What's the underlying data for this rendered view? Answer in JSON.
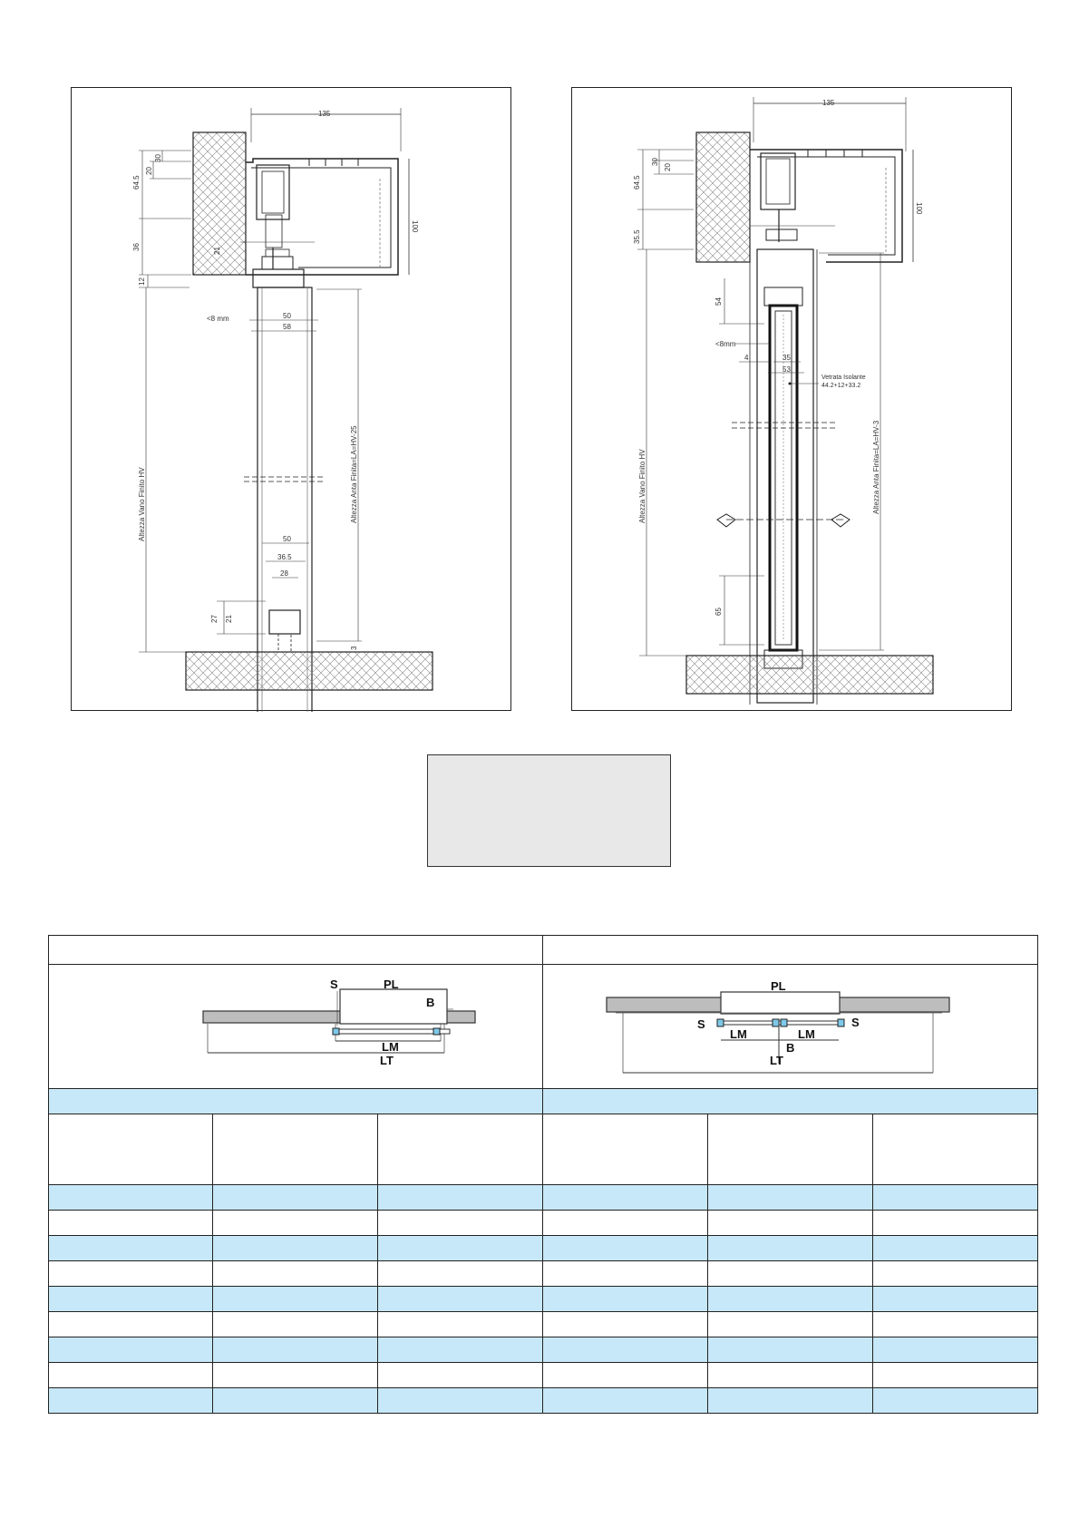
{
  "left_section": {
    "dims": {
      "top_width": "135",
      "h_64_5": "64.5",
      "h_30": "30",
      "h_20": "20",
      "h_36": "36",
      "h_12": "12",
      "h_21": "21",
      "box_height": "100",
      "gap_label": "<8  mm",
      "w_50": "50",
      "w_58": "58",
      "w_50_bottom": "50",
      "w_36_5": "36.5",
      "w_28": "28",
      "h_27": "27",
      "h_21_bottom": "21",
      "h_3": "3",
      "label_vano": "Altezza Vano Finito HV",
      "label_anta": "Altezza Anta Finita=LA=HV-25"
    }
  },
  "right_section": {
    "dims": {
      "top_width": "135",
      "h_64_5": "64.5",
      "h_30": "30",
      "h_20": "20",
      "h_35_5": "35.5",
      "box_height": "100",
      "h_54": "54",
      "gap_label": "<8mm",
      "w_4": "4",
      "w_35": "35",
      "w_53": "53",
      "glazing_title": "Vetrata Isolante",
      "glazing_spec": "44.2+12+33.2",
      "h_65": "65",
      "label_vano": "Altezza Vano Finito HV",
      "label_anta": "Altezza Anta Finita=LA=HV-3"
    }
  },
  "diagram_left": {
    "labels": {
      "s": "S",
      "pl": "PL",
      "b": "B",
      "lm": "LM",
      "lt": "LT"
    }
  },
  "diagram_right": {
    "labels": {
      "pl": "PL",
      "s_left": "S",
      "s_right": "S",
      "lm_left": "LM",
      "lm_right": "LM",
      "b": "B",
      "lt": "LT"
    }
  },
  "colors": {
    "accent_blue": "#c7e8f8",
    "gray_box": "#e8e8e8"
  }
}
